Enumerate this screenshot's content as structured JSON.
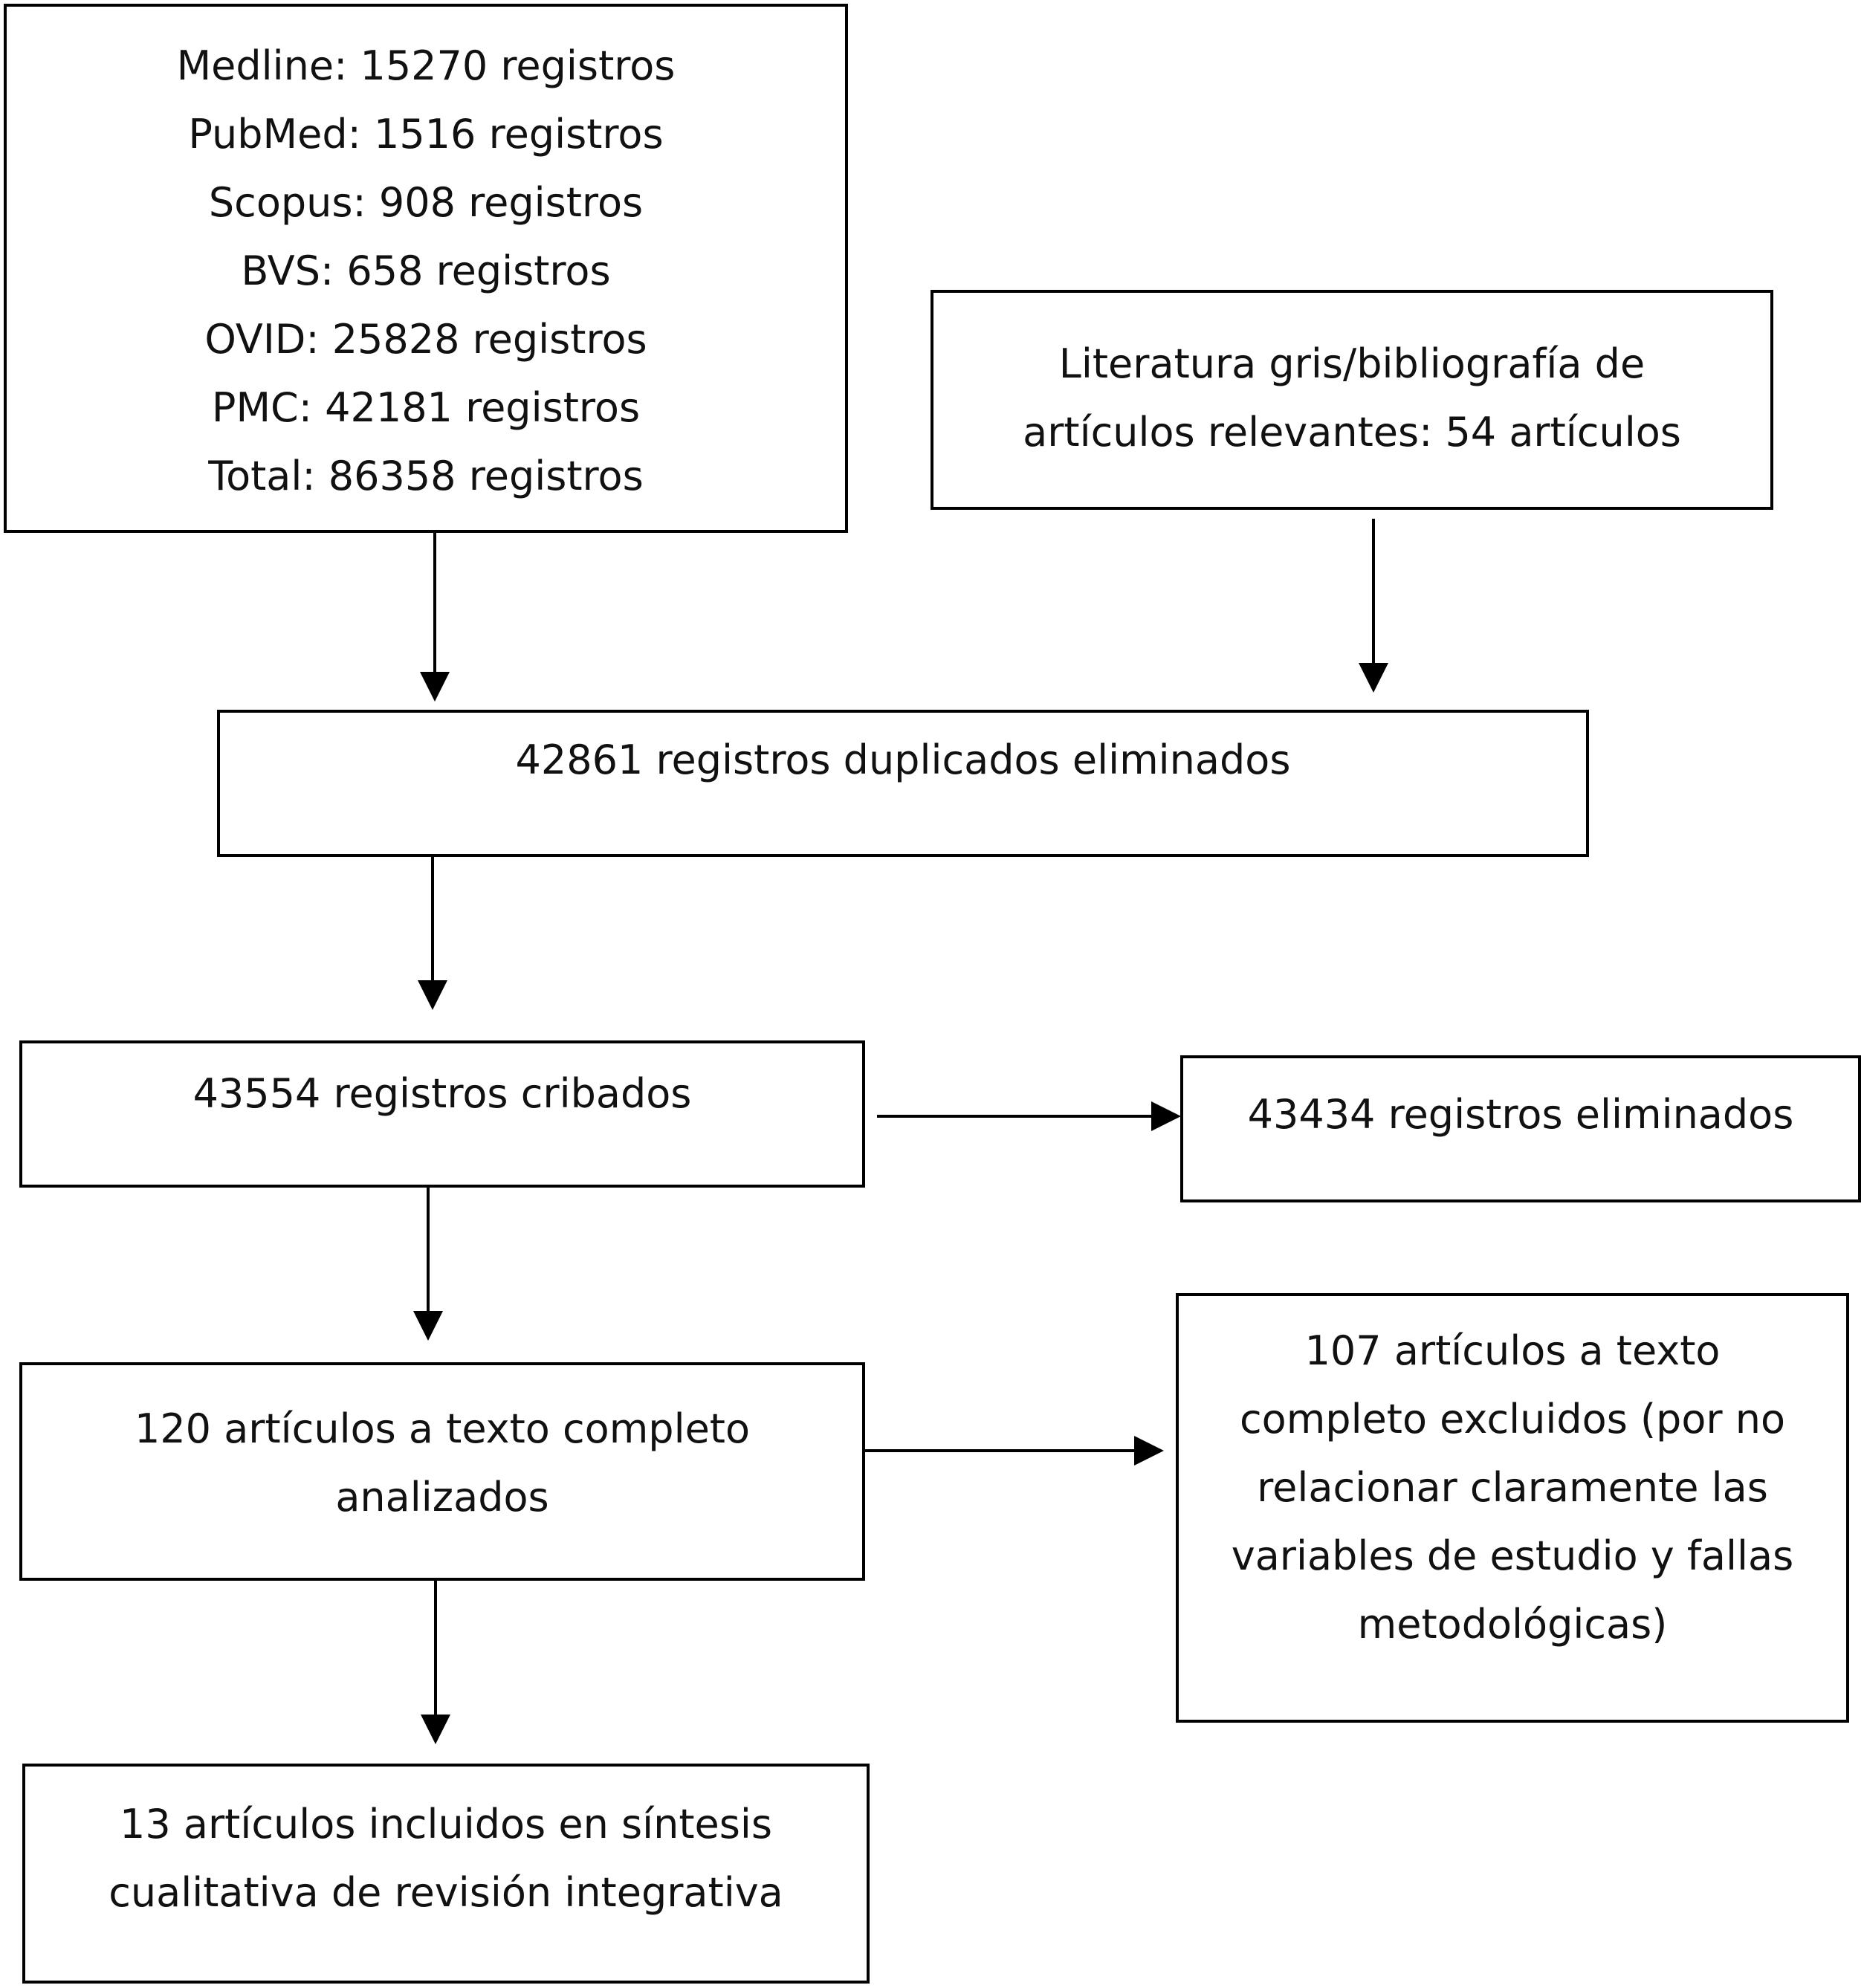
{
  "sources": {
    "lines": [
      "Medline: 15270 registros",
      "PubMed: 1516 registros",
      "Scopus: 908 registros",
      "BVS: 658 registros",
      "OVID: 25828 registros",
      "PMC: 42181 registros",
      "Total: 86358 registros"
    ]
  },
  "grey_literature": {
    "lines": [
      "Literatura gris/bibliografía de",
      "artículos relevantes: 54 artículos"
    ]
  },
  "duplicates": {
    "lines": [
      "42861 registros duplicados eliminados"
    ]
  },
  "screened": {
    "lines": [
      "43554 registros cribados"
    ]
  },
  "removed": {
    "lines": [
      "43434 registros eliminados"
    ]
  },
  "full_text": {
    "lines": [
      "120 artículos a texto completo",
      "analizados"
    ]
  },
  "excluded": {
    "lines": [
      "107 artículos a texto",
      "completo excluidos (por no",
      "relacionar claramente las",
      "variables de estudio y fallas",
      "metodológicas)"
    ]
  },
  "included": {
    "lines": [
      "13 artículos incluidos en síntesis",
      "cualitativa de revisión integrativa"
    ]
  }
}
